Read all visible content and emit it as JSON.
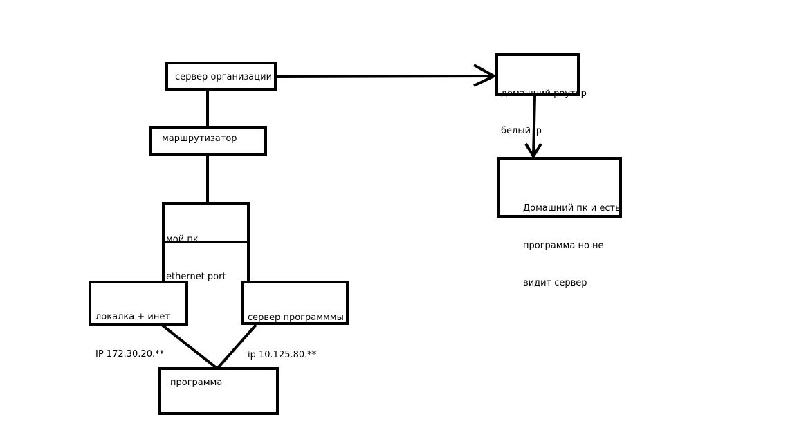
{
  "nodes": {
    "org_server": {
      "label": "сервер организации"
    },
    "router": {
      "label": "маршрутизатор"
    },
    "my_pc": {
      "line1": "мой пк",
      "line2": "ethernet port"
    },
    "local_inet": {
      "line1": "локалка + инет",
      "line2": "IP 172.30.20.**"
    },
    "program_server": {
      "line1": "сервер программмы",
      "line2": "ip 10.125.80.**"
    },
    "program": {
      "label": "программа"
    },
    "home_router": {
      "line1": "домашний роутер",
      "line2": "белый ip"
    },
    "home_pc": {
      "line1": "Домашний пк и есть",
      "line2": "программа но не",
      "line3": "видит сервер"
    }
  },
  "colors": {
    "stroke": "#000000",
    "background": "#ffffff"
  }
}
